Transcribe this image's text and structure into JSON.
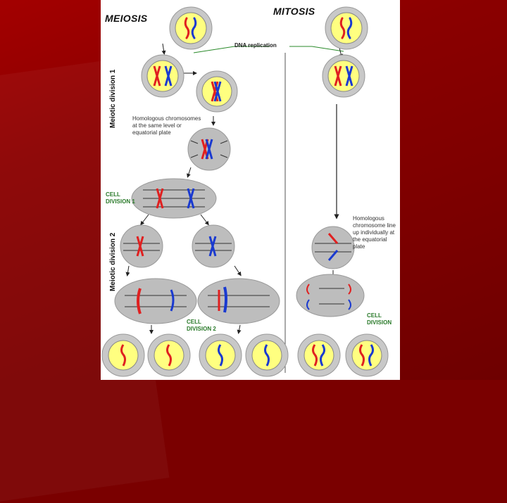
{
  "labels": {
    "meiosis": "MEIOSIS",
    "mitosis": "MITOSIS",
    "dna_replication": "DNA replication",
    "meiotic_division_1": "Meiotic division 1",
    "meiotic_division_2": "Meiotic division 2",
    "homologous_note": "Homologous chromosomes at the same level or equatorial plate",
    "cell_division_1": "CELL DIVISION 1",
    "cell_division_2": "CELL DIVISION 2",
    "cell_division": "CELL DIVISION",
    "mitosis_note": "Homologous chromosome line up individually at the equatorial plate"
  },
  "colors": {
    "slide_background": "#8b0000",
    "panel": "#ffffff",
    "cell_membrane": "#a8a8a8",
    "interphase_nucleus": "#ffff80",
    "dividing_cell": "#c8c8c8",
    "maternal_chromosome": "#e02020",
    "paternal_chromosome": "#1a3ad0",
    "replication_line": "#2a8a2a",
    "arrows": "#222222"
  }
}
